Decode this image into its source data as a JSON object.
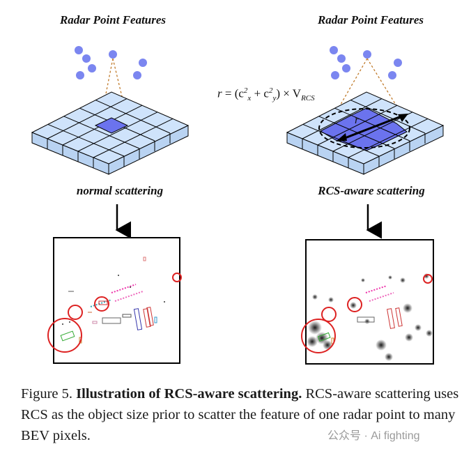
{
  "left_panel": {
    "title": "Radar Point Features",
    "label": "normal scattering"
  },
  "right_panel": {
    "title": "Radar Point Features",
    "label": "RCS-aware scattering",
    "formula_r": "r",
    "formula_eq": " = (c",
    "formula_x": "x",
    "formula_plus": " + c",
    "formula_y": "y",
    "formula_times": ") × V",
    "formula_rcs": "RCS",
    "formula_sup": "2",
    "radius_label": "r"
  },
  "caption": {
    "prefix": "Figure 5.  ",
    "lead": "Illustration of RCS-aware scattering.",
    "body": "  RCS-aware scattering uses RCS as the object size prior to scatter the feature of one radar point to many BEV pixels."
  },
  "watermark": "公众号 · Ai fighting",
  "colors": {
    "point": "#7b86f0",
    "grid_fill": "#cfe3fb",
    "grid_highlight": "#6b73ee",
    "highlight_ring": "#dd2222",
    "dashed_cone": "#c07a2a"
  }
}
